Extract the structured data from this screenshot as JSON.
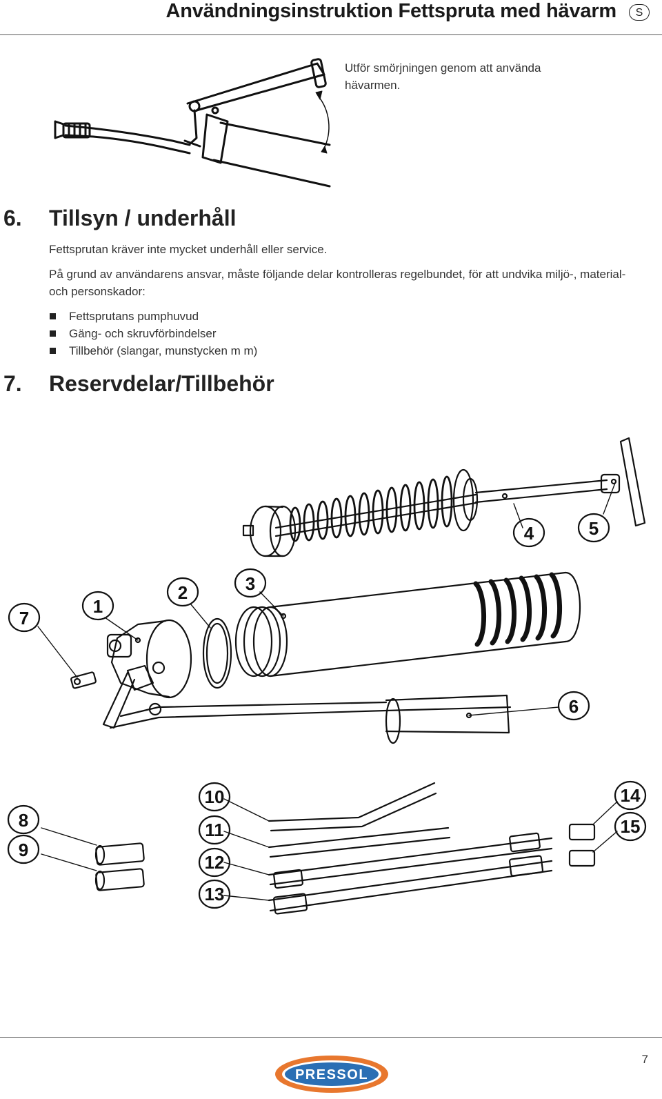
{
  "header": {
    "title": "Användningsinstruktion Fettspruta med hävarm",
    "language_badge": "S"
  },
  "intro": {
    "caption": "Utför smörjningen genom att använda hävarmen."
  },
  "section6": {
    "number": "6.",
    "title": "Tillsyn / underhåll",
    "paragraph1": "Fettsprutan kräver inte mycket underhåll eller service.",
    "paragraph2": "På grund av användarens ansvar, måste följande delar kontrolleras regelbundet, för att undvika miljö-, material- och personskador:",
    "items": [
      "Fettsprutans pumphuvud",
      "Gäng- och skruvförbindelser",
      "Tillbehör (slangar, munstycken m m)"
    ]
  },
  "section7": {
    "number": "7.",
    "title": "Reservdelar/Tillbehör",
    "callouts": [
      "1",
      "2",
      "3",
      "4",
      "5",
      "6",
      "7",
      "8",
      "9",
      "10",
      "11",
      "12",
      "13",
      "14",
      "15"
    ]
  },
  "footer": {
    "page_number": "7",
    "logo_text": "PRESSOL",
    "logo_color": "#e8772e",
    "logo_inner_color": "#2b6fb4"
  }
}
